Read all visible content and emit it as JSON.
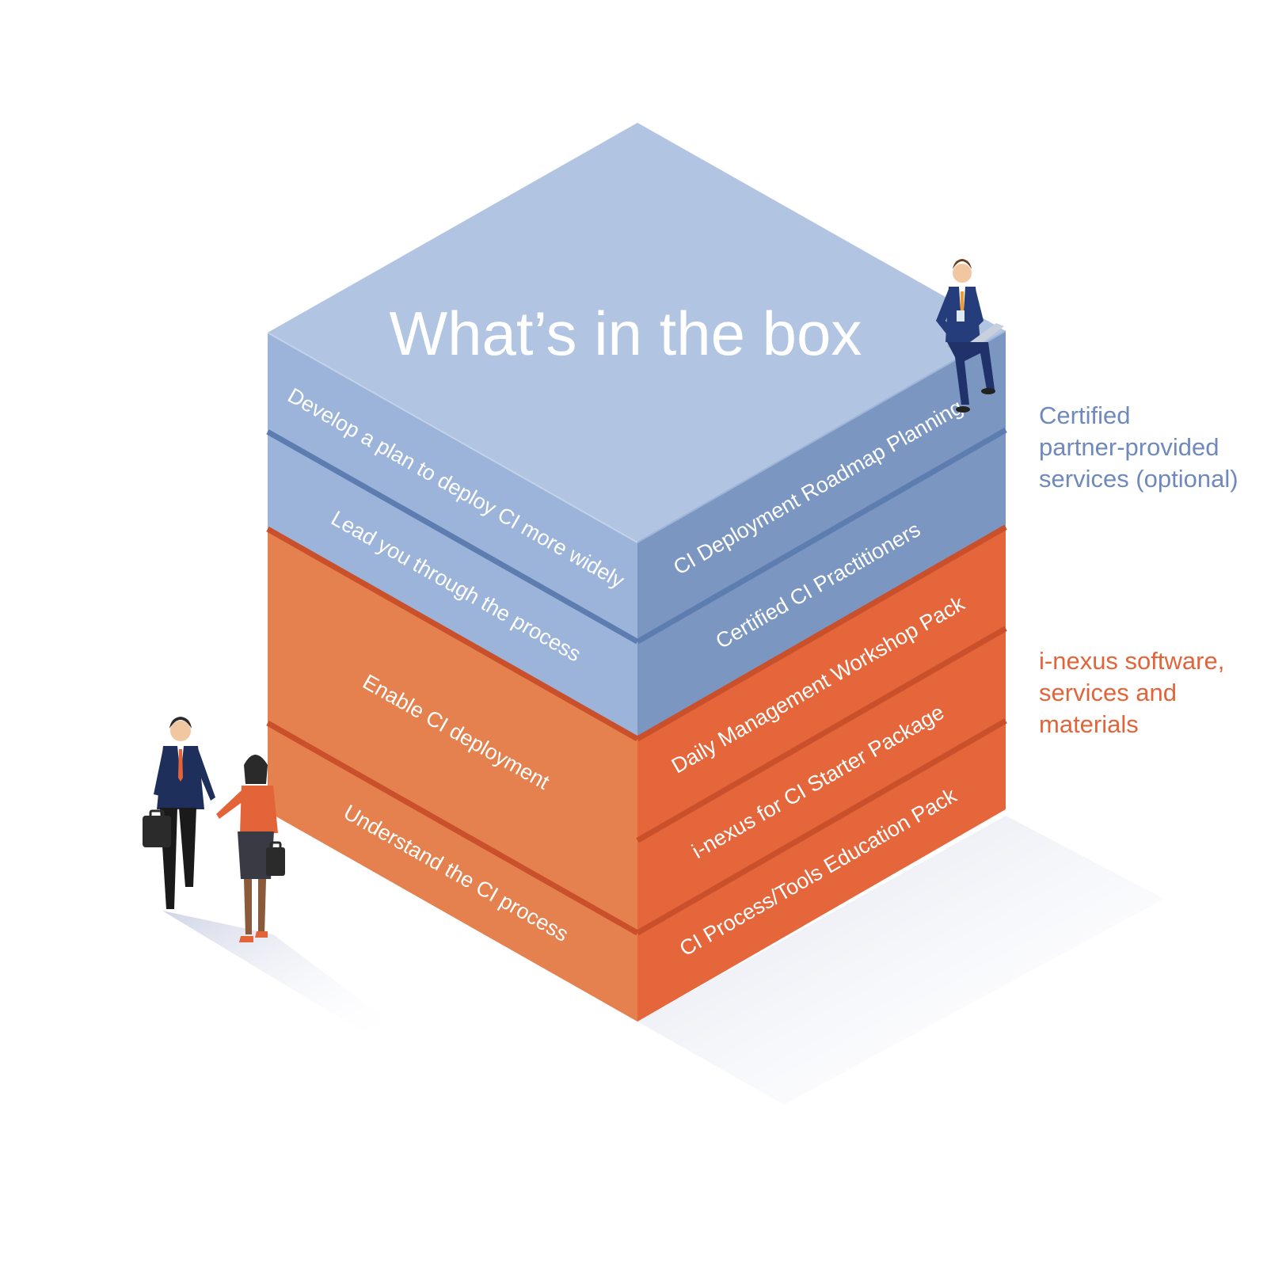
{
  "title": "What’s in the box",
  "layers": [
    {
      "group": "partner",
      "left_label": "Develop a plan to deploy CI more widely",
      "right_label": "CI Deployment Roadmap Planning"
    },
    {
      "group": "partner",
      "left_label": "Lead you through the process",
      "right_label": "Certified CI Practitioners"
    },
    {
      "group": "inexus",
      "left_label": "Enable CI deployment",
      "right_label": "Daily Management Workshop Pack"
    },
    {
      "group": "inexus",
      "left_label": "",
      "right_label": "i-nexus for CI Starter Package"
    },
    {
      "group": "inexus",
      "left_label": "Understand the CI process",
      "right_label": "CI Process/Tools Education Pack"
    }
  ],
  "legend": {
    "partner": "Certified\npartner-provided\nservices (optional)",
    "inexus": "i-nexus software,\nservices and\nmaterials"
  },
  "colors": {
    "top_face": "#b1c5e2",
    "blue_left": "#9db4da",
    "blue_right": "#7b96c1",
    "blue_divider": "#5d7db0",
    "orange_left": "#e4814e",
    "orange_right": "#e4663a",
    "orange_divider": "#c9502a",
    "legend_blue": "#6f89bd",
    "legend_orange": "#e4643a"
  },
  "people": [
    {
      "name": "man-sitting-with-laptop"
    },
    {
      "name": "businessman-with-briefcase"
    },
    {
      "name": "businesswoman-with-briefcase"
    }
  ]
}
